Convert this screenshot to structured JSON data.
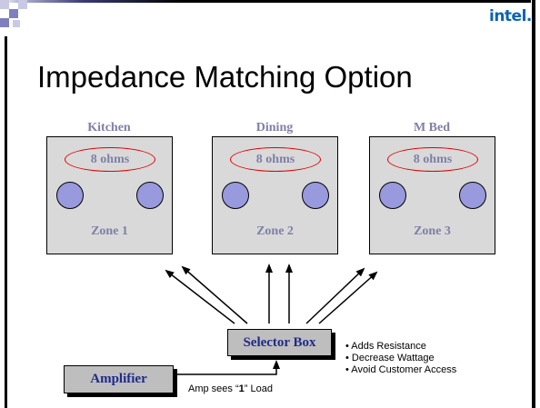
{
  "logo": "intel.",
  "title": "Impedance Matching Option",
  "zones": [
    {
      "header": "Kitchen",
      "ohms": "8 ohms",
      "name": "Zone 1"
    },
    {
      "header": "Dining",
      "ohms": "8 ohms",
      "name": "Zone 2"
    },
    {
      "header": "M Bed",
      "ohms": "8 ohms",
      "name": "Zone 3"
    }
  ],
  "selector": "Selector Box",
  "amplifier": "Amplifier",
  "amp_note": {
    "prefix": "Amp sees “",
    "value": "1",
    "suffix": "” Load"
  },
  "bullets": [
    "• Adds Resistance",
    "• Decrease Wattage",
    "• Avoid Customer Access"
  ],
  "colors": {
    "label": "#7f7fa8",
    "ellipse": "#e00000",
    "speaker": "#9999dd",
    "box": "#d9d9d9",
    "button_text": "#1f2a8a",
    "logo": "#0b63b4"
  }
}
